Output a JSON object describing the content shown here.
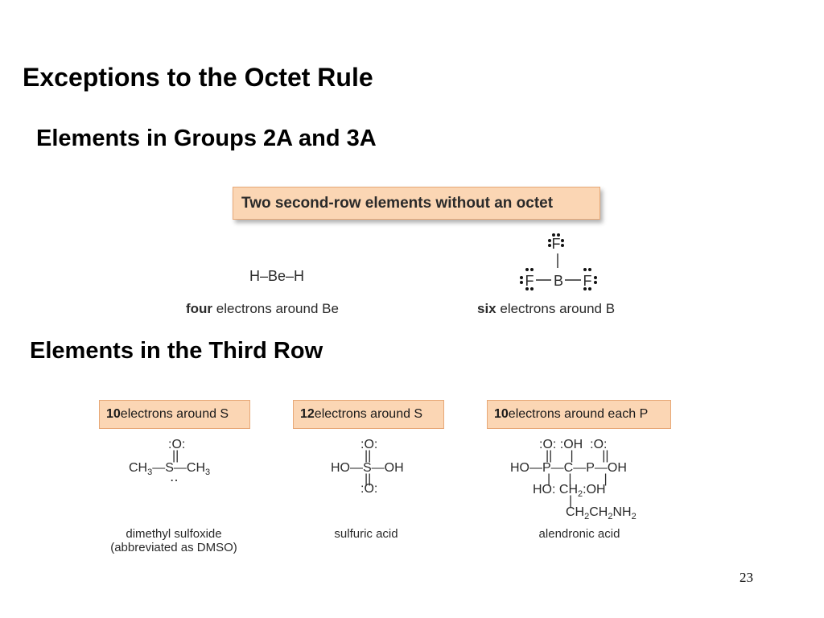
{
  "slide": {
    "title": "Exceptions to the Octet Rule",
    "section1": "Elements in Groups 2A and 3A",
    "section2": "Elements in the Third Row",
    "page_number": "23"
  },
  "group23": {
    "box_label": "Two second-row elements without an octet",
    "beh2": {
      "formula": "H–Be–H",
      "caption_bold": "four",
      "caption_rest": " electrons around Be"
    },
    "bf3": {
      "caption_bold": "six",
      "caption_rest": " electrons around B"
    }
  },
  "third_row": [
    {
      "box_bold": "10",
      "box_rest": " electrons around S",
      "name_line1": "dimethyl sulfoxide",
      "name_line2": "(abbreviated as DMSO)"
    },
    {
      "box_bold": "12",
      "box_rest": " electrons around S",
      "name_line1": "sulfuric acid"
    },
    {
      "box_bold": "10",
      "box_rest": " electrons around each P",
      "name_line1": "alendronic acid"
    }
  ]
}
